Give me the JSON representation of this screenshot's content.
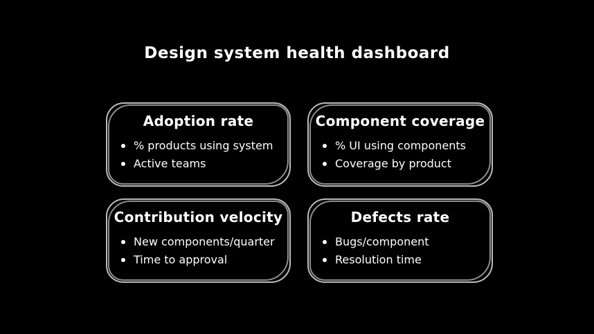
{
  "canvas": {
    "background": "#000000",
    "text_color": "#ffffff",
    "card_border_outer": "#bdbdbd",
    "card_border_inner": "#8f8f8f"
  },
  "title": "Design system health dashboard",
  "cards": [
    {
      "title": "Adoption rate",
      "bullets": [
        "% products using system",
        "Active teams"
      ]
    },
    {
      "title": "Component coverage",
      "bullets": [
        "% UI using components",
        "Coverage by product"
      ]
    },
    {
      "title": "Contribution velocity",
      "bullets": [
        "New components/quarter",
        "Time to approval"
      ]
    },
    {
      "title": "Defects rate",
      "bullets": [
        "Bugs/component",
        "Resolution time"
      ]
    }
  ]
}
